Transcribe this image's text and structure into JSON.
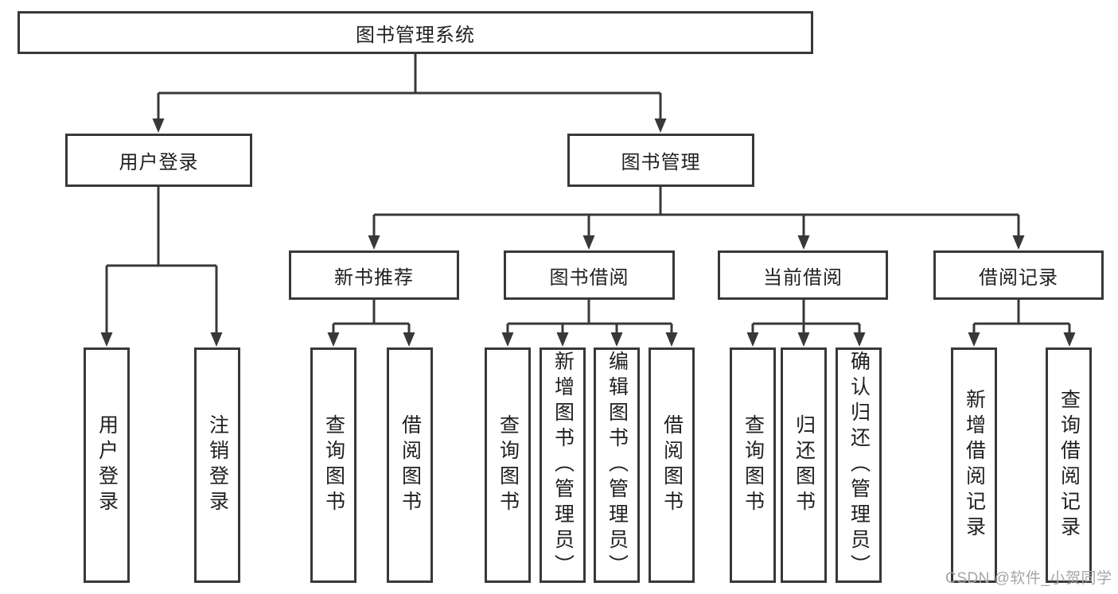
{
  "colors": {
    "line": "#383838",
    "box_border": "#383838",
    "text": "#1f1f1f",
    "watermark": "#a6a6a6",
    "background": "#ffffff"
  },
  "tree": {
    "label": "图书管理系统",
    "children": [
      {
        "label": "用户登录",
        "children": [
          {
            "label": "用户登录"
          },
          {
            "label": "注销登录"
          }
        ]
      },
      {
        "label": "图书管理",
        "children": [
          {
            "label": "新书推荐",
            "children": [
              {
                "label": "查询图书"
              },
              {
                "label": "借阅图书"
              }
            ]
          },
          {
            "label": "图书借阅",
            "children": [
              {
                "label": "查询图书"
              },
              {
                "label": "新增图书（管理员）"
              },
              {
                "label": "编辑图书（管理员）"
              },
              {
                "label": "借阅图书"
              }
            ]
          },
          {
            "label": "当前借阅",
            "children": [
              {
                "label": "查询图书"
              },
              {
                "label": "归还图书"
              },
              {
                "label": "确认归还（管理员）"
              }
            ]
          },
          {
            "label": "借阅记录",
            "children": [
              {
                "label": "新增借阅记录"
              },
              {
                "label": "查询借阅记录"
              }
            ]
          }
        ]
      }
    ]
  },
  "watermark": {
    "text": "CSDN @软件_小贺同学"
  }
}
